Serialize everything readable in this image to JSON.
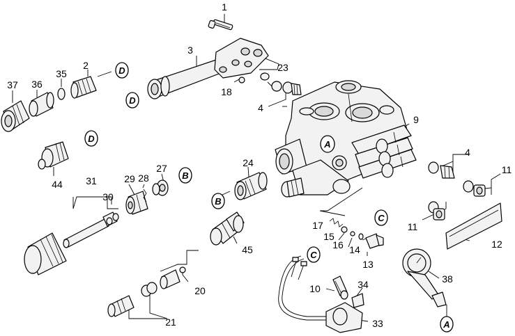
{
  "diagram": {
    "part_numbers": {
      "p1": "1",
      "p2": "2",
      "p3": "3",
      "p4a": "4",
      "p4b": "4",
      "p9": "9",
      "p10": "10",
      "p11a": "11",
      "p11b": "11",
      "p12": "12",
      "p13": "13",
      "p14": "14",
      "p15": "15",
      "p16": "16",
      "p17": "17",
      "p18": "18",
      "p20": "20",
      "p21": "21",
      "p23": "23",
      "p24": "24",
      "p27": "27",
      "p28": "28",
      "p29": "29",
      "p30": "30",
      "p31": "31",
      "p33": "33",
      "p34": "34",
      "p35": "35",
      "p36": "36",
      "p37": "37",
      "p38": "38",
      "p44": "44",
      "p45": "45"
    },
    "connector_tags": {
      "d_top": "D",
      "d_mid": "D",
      "d_left": "D",
      "a_pump": "A",
      "a_gauge": "A",
      "b_right": "B",
      "b_left": "B",
      "c_pump": "C",
      "c_hose": "C"
    }
  }
}
